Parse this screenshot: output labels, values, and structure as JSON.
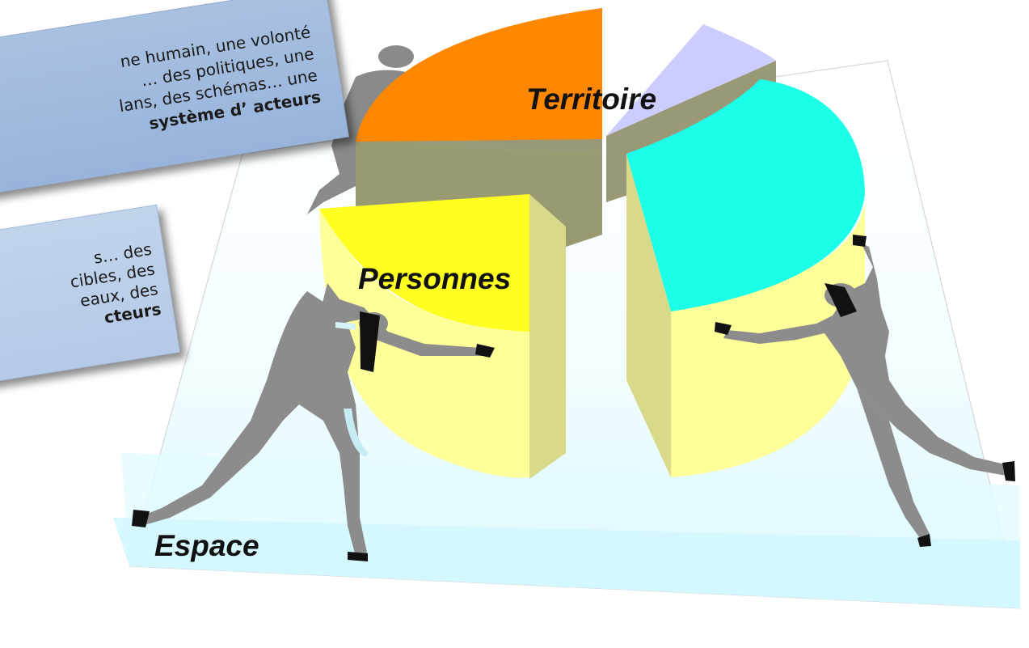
{
  "labels": {
    "territoire": "Territoire",
    "personnes": "Personnes",
    "espace": "Espace"
  },
  "callout_top": {
    "line1": "ne humain, une volonté",
    "line2": "… des politiques, une",
    "line3": "lans, des schémas… une",
    "line4": "système d’ acteurs"
  },
  "callout_mid": {
    "line1": "s… des",
    "line2": "cibles, des",
    "line3": "eaux, des",
    "line4": "cteurs"
  },
  "colors": {
    "orange_slice": "#ff8800",
    "lavender_slice": "#ccccff",
    "cyan_slice": "#1cffe8",
    "yellow_slice": "#ffff22",
    "olive_side": "#999977",
    "cream_side": "#ffff99",
    "figure_gray": "#8c8c8c",
    "floor_blue": "#dffbff",
    "callout_top_bg": "#a9c1e0",
    "callout_mid_bg": "#c2d4ec"
  },
  "icons": {
    "figures": [
      "man-pushing-left-icon",
      "man-pushing-right-icon",
      "man-behind-icon"
    ]
  }
}
